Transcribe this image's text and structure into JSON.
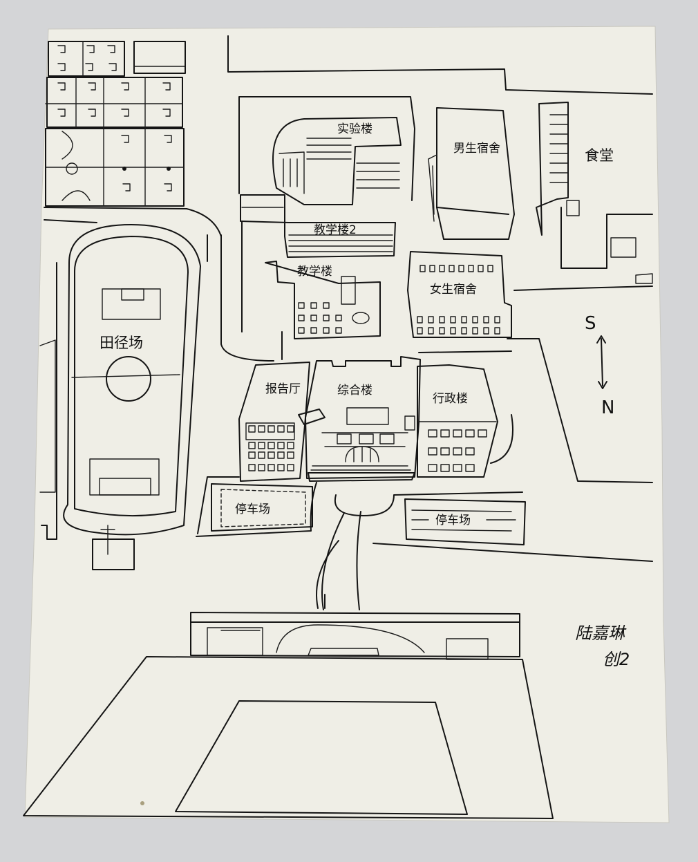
{
  "colors": {
    "paper": "#efeee6",
    "ink": "#141414",
    "background": "#d4d5d7"
  },
  "labels": {
    "lab_building": "实验楼",
    "boys_dorm": "男生宿舍",
    "canteen": "食堂",
    "teaching_building_2": "教学楼2",
    "teaching_building": "教学楼",
    "girls_dorm": "女生宿舍",
    "athletics_field": "田径场",
    "lecture_hall": "报告厅",
    "complex_building": "综合楼",
    "admin_building": "行政楼",
    "parking_lot_west": "停车场",
    "parking_lot_east": "停车场"
  },
  "compass": {
    "top": "S",
    "bottom": "N"
  },
  "signature": {
    "name": "陆嘉琳",
    "class": "创2"
  }
}
